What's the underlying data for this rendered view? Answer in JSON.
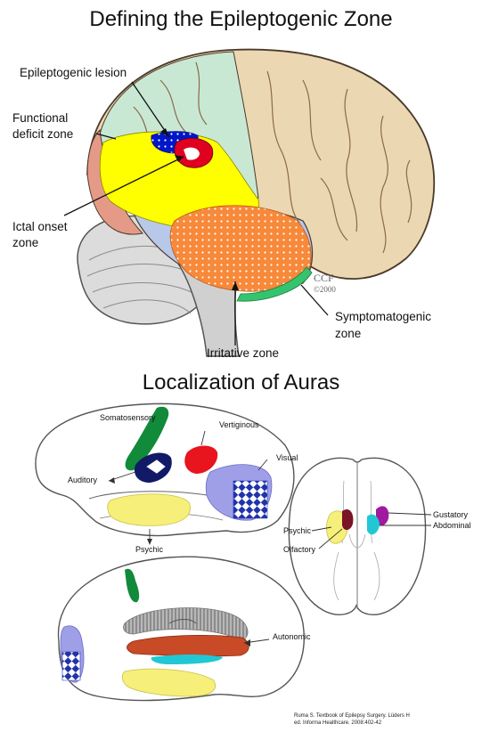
{
  "titles": {
    "main": "Defining the Epileptogenic Zone",
    "sub": "Localization of Auras"
  },
  "brain_labels": {
    "epileptogenic_lesion": "Epileptogenic lesion",
    "functional_deficit": [
      "Functional",
      "deficit zone"
    ],
    "ictal_onset": [
      "Ictal onset",
      "zone"
    ],
    "irritative": "Irritative zone",
    "symptomatogenic": [
      "Symptomatogenic",
      "zone"
    ],
    "copyright": [
      "CCF",
      "©2000"
    ]
  },
  "aura_labels": {
    "somatosensory": "Somatosensory",
    "vertiginous": "Vertiginous",
    "auditory": "Auditory",
    "visual": "Visual",
    "psychic_lateral": "Psychic",
    "psychic_basal": "Psychic",
    "olfactory": "Olfactory",
    "gustatory": "Gustatory",
    "abdominal": "Abdominal",
    "autonomic": "Autonomic"
  },
  "citation": [
    "Ruma S. Textbook of Epilepsy Surgery. Lüders H",
    "ed. Informa Healthcare. 2008:402-42"
  ],
  "colors": {
    "frontal": "#c8e6d2",
    "parietal": "#ead6b5",
    "temporal_blue": "#b7c7e6",
    "cerebellum": "#d9d9d9",
    "frontal_red": "#e49a88",
    "functional_deficit": "#ffff00",
    "irritative": "#f7893a",
    "symptomatogenic": "#37cc74",
    "lesion_blue": "#0016c8",
    "lesion_red": "#e00020",
    "somatosensory": "#118a3a",
    "vertiginous": "#e8141e",
    "auditory": "#111a66",
    "visual": "#9f9fe8",
    "psychic": "#f6f07a",
    "autonomic": "#c84a26",
    "gustatory": "#a01aa0",
    "abdominal": "#21c7d4",
    "olfactory_red": "#7a1426"
  }
}
